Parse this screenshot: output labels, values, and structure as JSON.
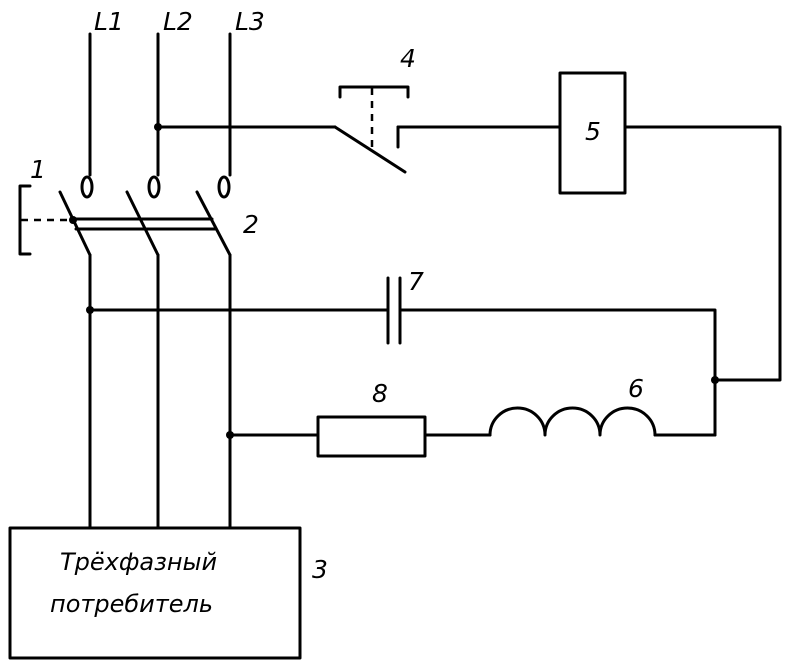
{
  "phases": [
    "L1",
    "L2",
    "L3"
  ],
  "labels": {
    "breaker_handle": "1",
    "breaker": "2",
    "consumer_number": "3",
    "button": "4",
    "relay": "5",
    "inductor": "6",
    "capacitor": "7",
    "resistor": "8"
  },
  "consumer": {
    "line1": "Трёхфазный",
    "line2": "потребитель"
  }
}
